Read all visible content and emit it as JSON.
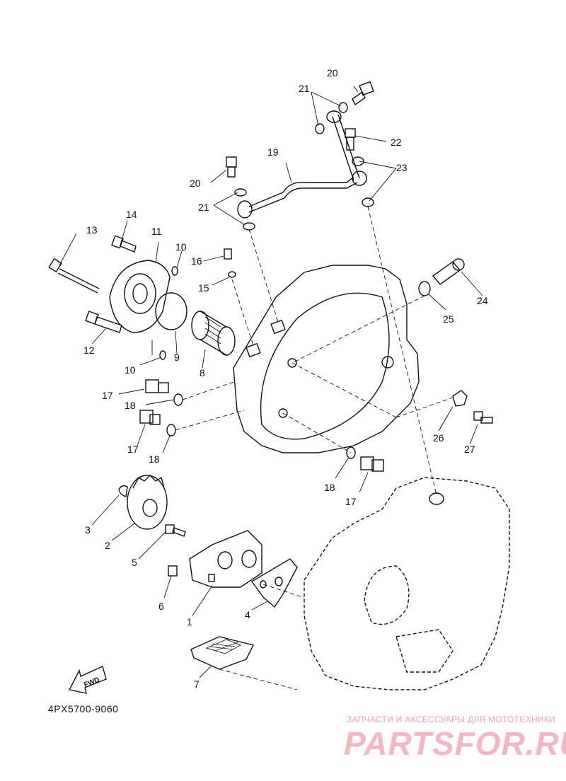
{
  "diagram": {
    "part_code": "4PX5700-9060",
    "fwd_label": "FWD",
    "labels": [
      "1",
      "2",
      "3",
      "4",
      "5",
      "6",
      "7",
      "8",
      "9",
      "10",
      "10",
      "11",
      "12",
      "13",
      "14",
      "15",
      "16",
      "17",
      "17",
      "17",
      "18",
      "18",
      "18",
      "19",
      "20",
      "20",
      "21",
      "21",
      "22",
      "23",
      "24",
      "25",
      "26",
      "27"
    ]
  },
  "watermark": {
    "tagline": "ЗАПЧАСТИ И АКСЕССУАРЫ ДЛЯ МОТОТЕХНИКИ",
    "logo": "PARTSFOR.RU"
  }
}
